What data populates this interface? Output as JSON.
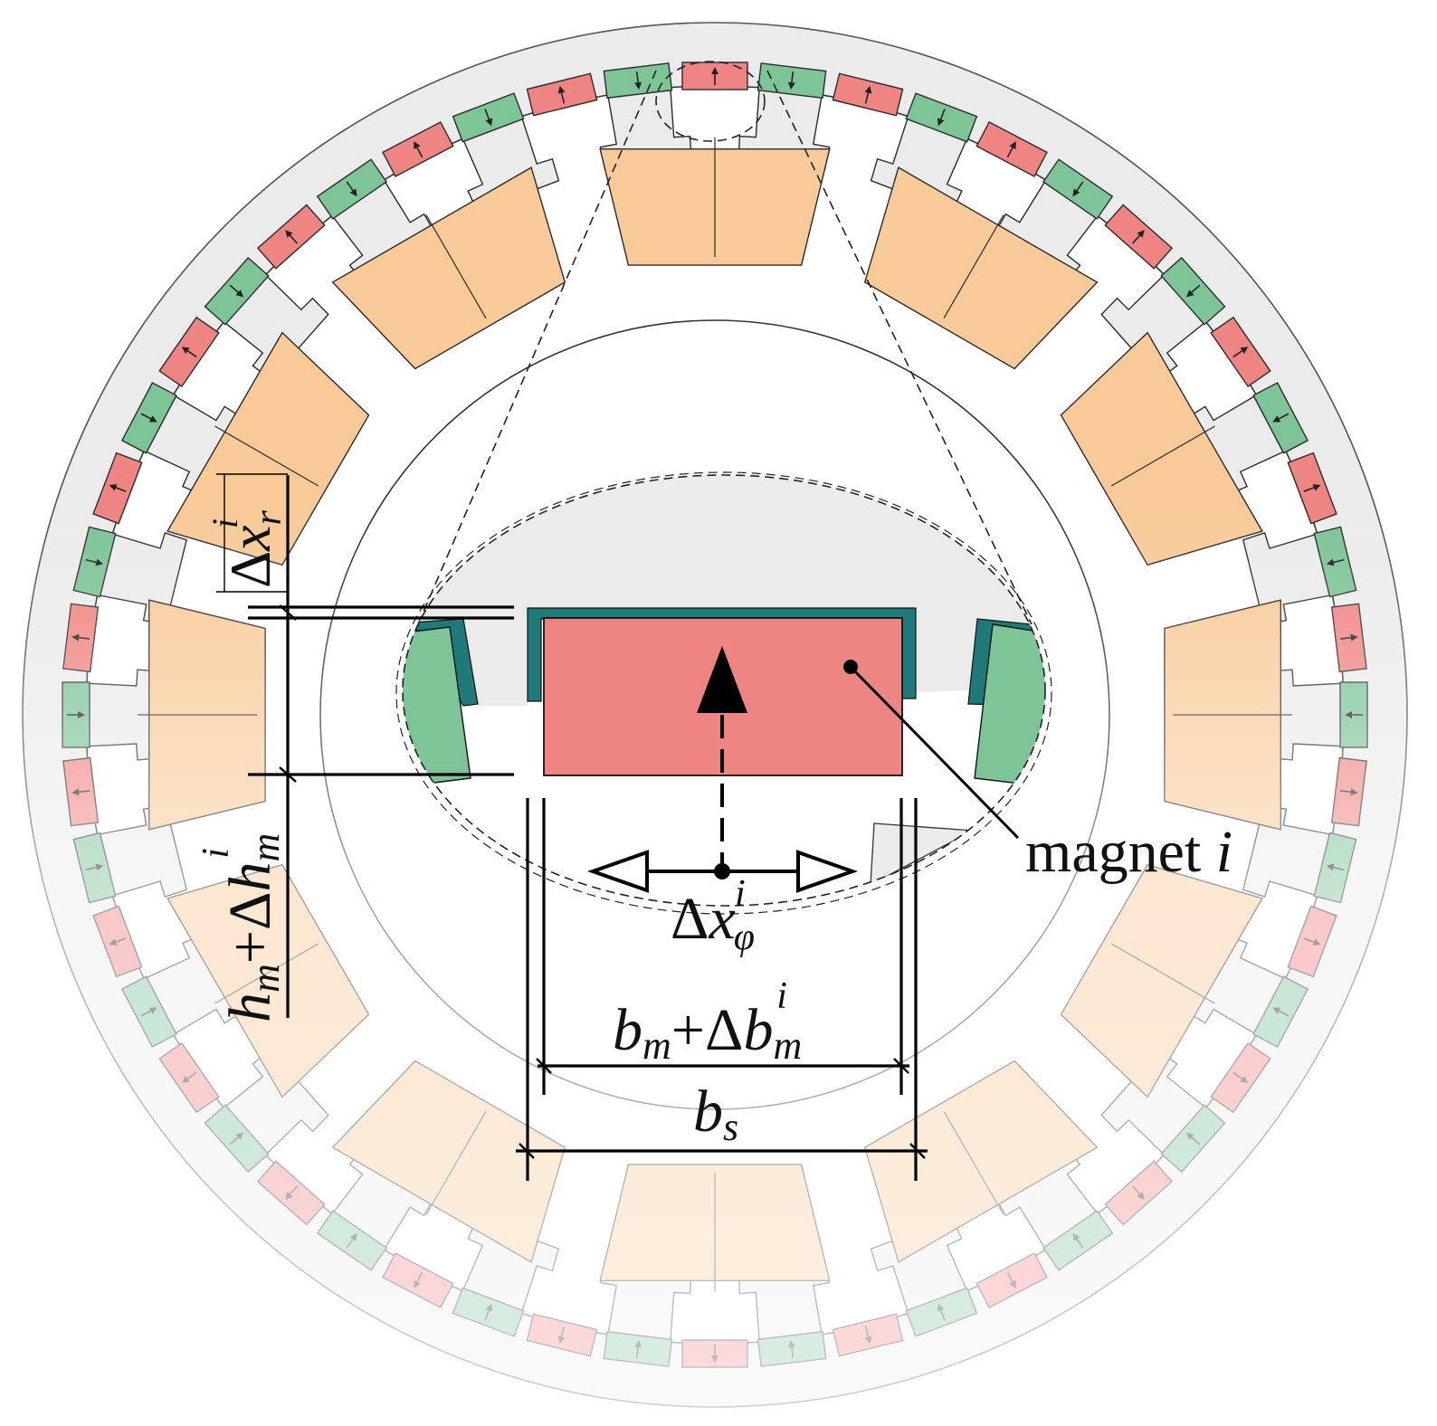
{
  "diagram": {
    "magnet_label": "magnet",
    "magnet_index": "i",
    "dim_radial_offset": {
      "delta": "Δ",
      "base": "x",
      "sub": "r",
      "sup": "i"
    },
    "dim_height": {
      "a": "h",
      "a_sub": "m",
      "plus": "+",
      "delta": "Δ",
      "b": "h",
      "b_sub": "m",
      "b_sup": "i"
    },
    "dim_tangential_offset": {
      "delta": "Δ",
      "base": "x",
      "sub": "φ",
      "sup": "i"
    },
    "dim_width": {
      "a": "b",
      "a_sub": "m",
      "plus": "+",
      "delta": "Δ",
      "b": "b",
      "b_sub": "m",
      "b_sup": "i"
    },
    "dim_slot_width": {
      "base": "b",
      "sub": "s"
    },
    "magnet_count": 52,
    "rotor_tooth_count": 26,
    "stator_tooth_count": 12,
    "colors": {
      "magnet_north": "#ef8583",
      "magnet_south": "#7dc497",
      "coil": "#f8ca98",
      "iron": "#ebebeb",
      "insulation": "#1e7a78",
      "outline": "#2b2b2b"
    }
  }
}
